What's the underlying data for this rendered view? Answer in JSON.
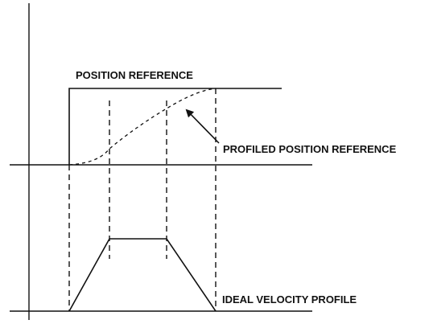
{
  "labels": {
    "position_reference": "POSITION REFERENCE",
    "profiled_position_reference": "PROFILED POSITION REFERENCE",
    "ideal_velocity_profile": "IDEAL VELOCITY PROFILE"
  },
  "colors": {
    "line": "#111111",
    "background": "#ffffff"
  }
}
